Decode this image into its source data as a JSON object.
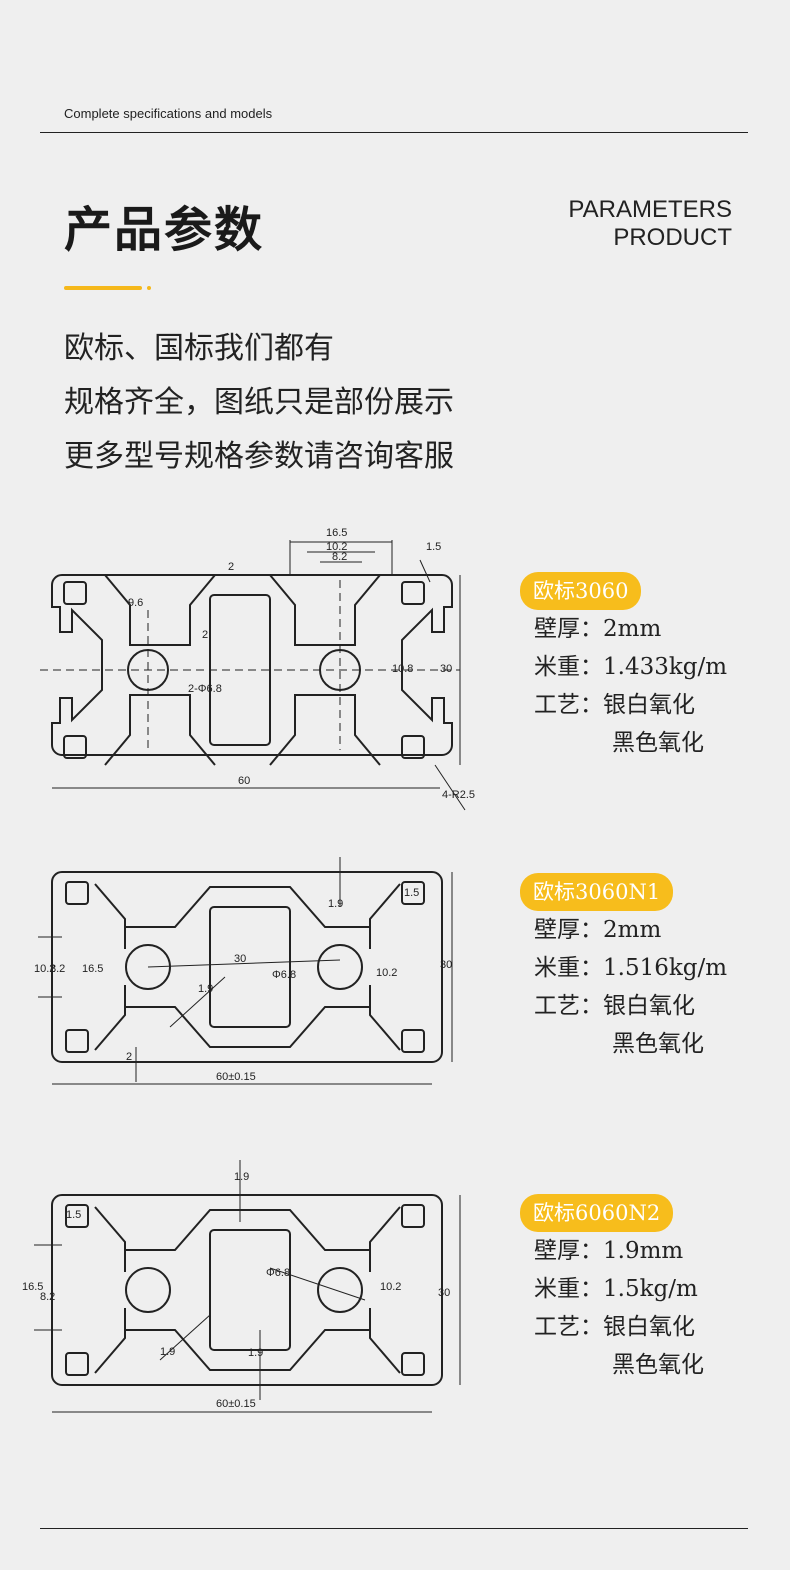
{
  "header": {
    "subtitle": "Complete specifications and models",
    "title_cn": "产品参数",
    "title_en_line1": "PARAMETERS",
    "title_en_line2": "PRODUCT"
  },
  "intro": {
    "line1": "欧标、国标我们都有",
    "line2": "规格齐全，图纸只是部份展示",
    "line3": "更多型号规格参数请咨询客服"
  },
  "colors": {
    "accent": "#f5b81b",
    "background": "#efefef",
    "text": "#222222"
  },
  "products": [
    {
      "badge": "欧标3060",
      "rows": [
        {
          "label": "壁厚：",
          "value": "2mm"
        },
        {
          "label": "米重：",
          "value": "1.433kg/m"
        },
        {
          "label": "工艺：",
          "value": "银白氧化"
        }
      ],
      "extra": "黑色氧化",
      "dims": {
        "d1": "16.5",
        "d2": "10.2",
        "d3": "8.2",
        "d4": "1.5",
        "d5": "2",
        "d6": "9.6",
        "d7": "2",
        "d8": "2-Φ6.8",
        "d9": "10.8",
        "d10": "30",
        "d11": "60",
        "d12": "4-R2.5"
      }
    },
    {
      "badge": "欧标3060N1",
      "rows": [
        {
          "label": "壁厚：",
          "value": "2mm"
        },
        {
          "label": "米重：",
          "value": "1.516kg/m"
        },
        {
          "label": "工艺：",
          "value": "银白氧化"
        }
      ],
      "extra": "黑色氧化",
      "dims": {
        "d1": "1.9",
        "d2": "1.5",
        "d3": "10.2",
        "d4": "8.2",
        "d5": "16.5",
        "d6": "30",
        "d7": "Φ6.8",
        "d8": "10.2",
        "d9": "30",
        "d10": "1.9",
        "d11": "2",
        "d12": "60±0.15"
      }
    },
    {
      "badge": "欧标6060N2",
      "rows": [
        {
          "label": "壁厚：",
          "value": "1.9mm"
        },
        {
          "label": "米重：",
          "value": "1.5kg/m"
        },
        {
          "label": "工艺：",
          "value": "银白氧化"
        }
      ],
      "extra": "黑色氧化",
      "dims": {
        "d1": "1.9",
        "d2": "1.5",
        "d3": "16.5",
        "d4": "8.2",
        "d5": "Φ6.8",
        "d6": "10.2",
        "d7": "30",
        "d8": "1.9",
        "d9": "1.9",
        "d10": "60±0.15"
      }
    }
  ]
}
